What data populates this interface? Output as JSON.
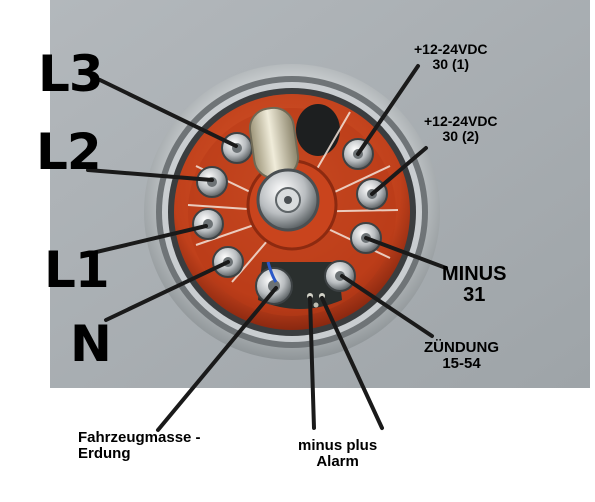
{
  "labels": {
    "l3": "L3",
    "l2": "L2",
    "l1": "L1",
    "n": "N",
    "vdc1_line1": "+12-24VDC",
    "vdc1_line2": "30 (1)",
    "vdc2_line1": "+12-24VDC",
    "vdc2_line2": "30 (2)",
    "minus_line1": "MINUS",
    "minus_line2": "31",
    "zuendung_line1": "ZÜNDUNG",
    "zuendung_line2": "15-54",
    "masse_line1": "Fahrzeugmasse -",
    "masse_line2": "Erdung",
    "alarm_line1": "minus plus",
    "alarm_line2": "Alarm"
  },
  "colors": {
    "background_panel": "#a9afb3",
    "connector_red": "#c8401c",
    "connector_dark_red": "#8e2a10",
    "housing_silver": "#d8dbdc",
    "pin_silver": "#c9cccd",
    "callout_line": "#1a1a1a",
    "label_text": "#000000"
  }
}
